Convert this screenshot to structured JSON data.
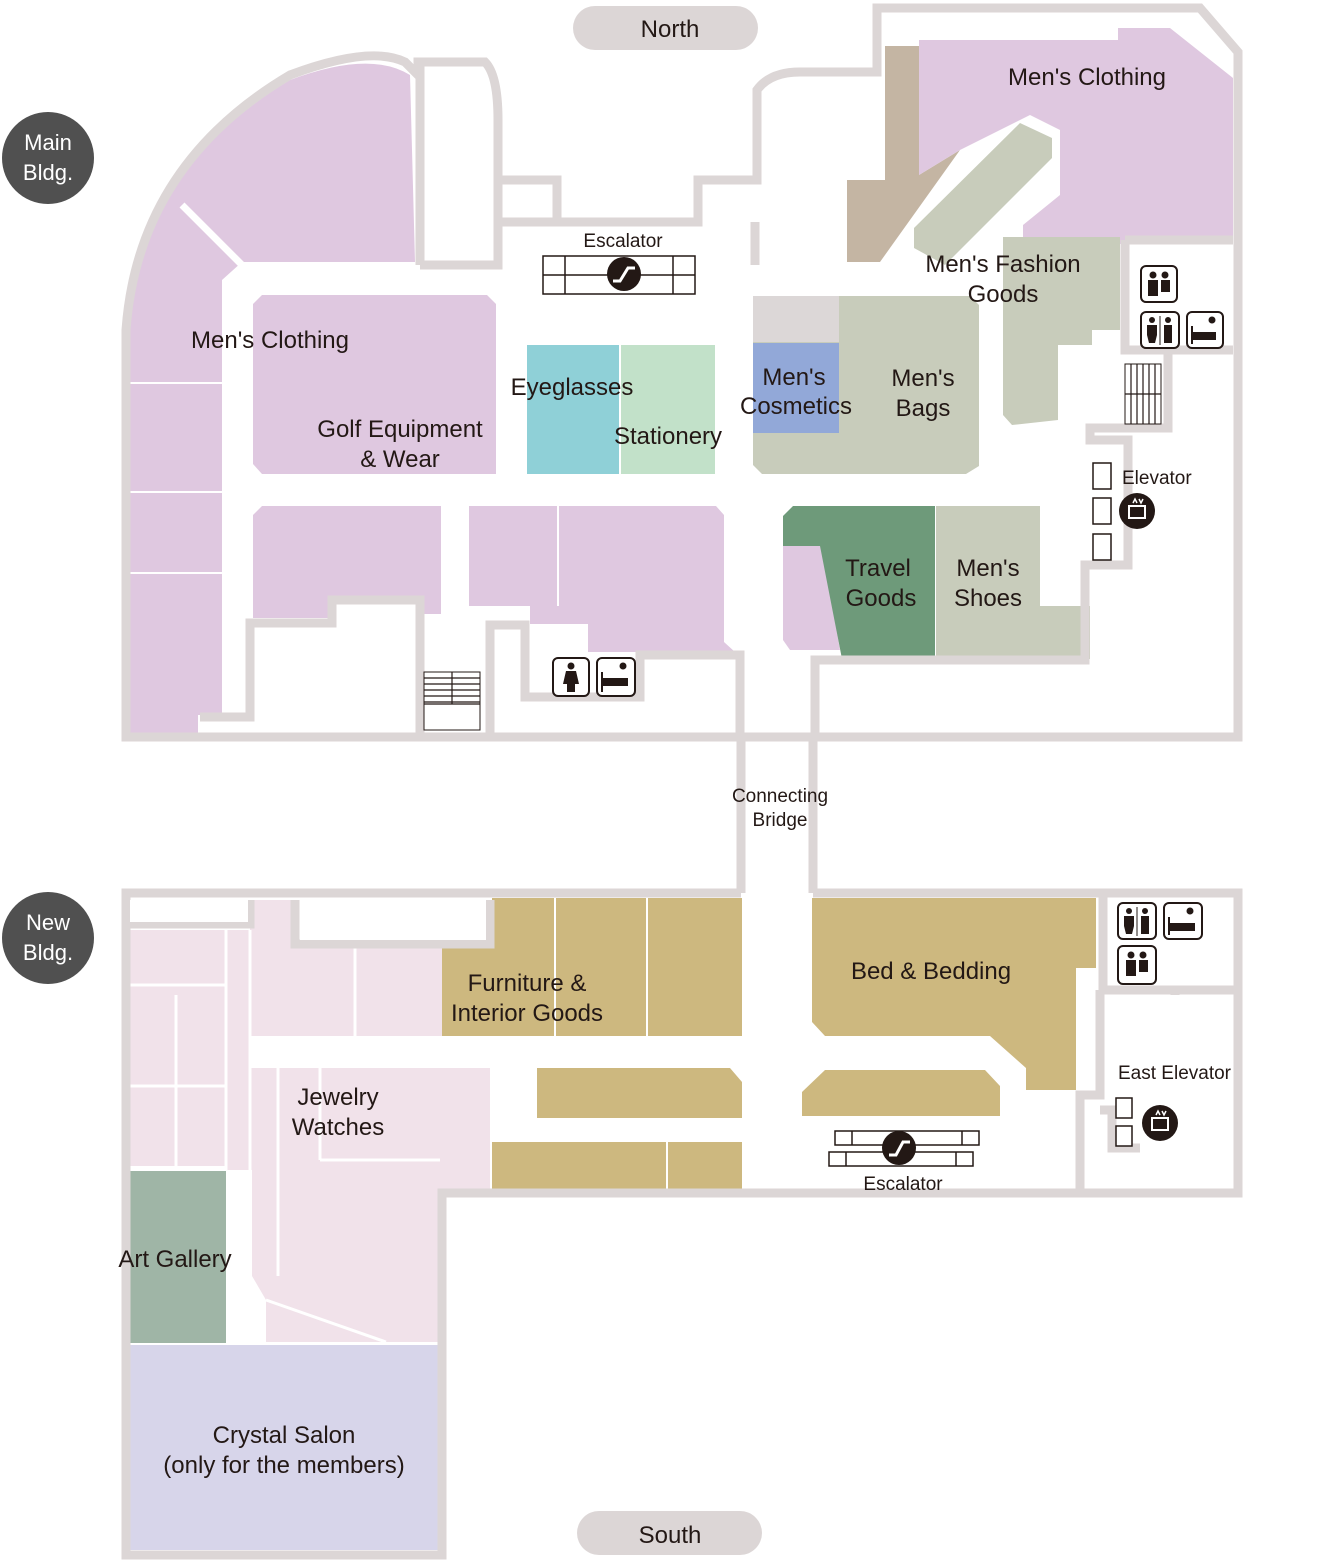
{
  "map": {
    "compass": {
      "north": "North",
      "south": "South"
    },
    "buildings": {
      "main": [
        "Main",
        "Bldg."
      ],
      "new": [
        "New",
        "Bldg."
      ]
    },
    "connector": [
      "Connecting",
      "Bridge"
    ],
    "main_bldg": {
      "escalator": "Escalator",
      "elevator": "Elevator",
      "shops": {
        "mens_clothing_west": "Men's Clothing",
        "mens_clothing_ne": "Men's Clothing",
        "golf": [
          "Golf Equipment",
          "& Wear"
        ],
        "eyeglasses": "Eyeglasses",
        "stationery": "Stationery",
        "mens_cosmetics": [
          "Men's",
          "Cosmetics"
        ],
        "mens_bags": [
          "Men's",
          "Bags"
        ],
        "mens_fashion_goods": [
          "Men's Fashion",
          "Goods"
        ],
        "travel_goods": [
          "Travel",
          "Goods"
        ],
        "mens_shoes": [
          "Men's",
          "Shoes"
        ]
      }
    },
    "new_bldg": {
      "escalator": "Escalator",
      "elevator": "East Elevator",
      "shops": {
        "furniture": [
          "Furniture &",
          "Interior Goods"
        ],
        "bed": "Bed & Bedding",
        "jewelry": [
          "Jewelry",
          "Watches"
        ],
        "art_gallery": "Art Gallery",
        "crystal_salon": [
          "Crystal Salon",
          "(only for the members)"
        ]
      }
    },
    "colors": {
      "mens_clothing": "#dfc8e0",
      "golf": "#dfc8e0",
      "eyeglasses": "#8fd0d7",
      "stationery": "#c2e1c9",
      "cosmetics": "#92a8d8",
      "bags_goods": "#c8ccbb",
      "travel": "#6e9a7a",
      "tan_store": "#c4b5a3",
      "furniture": "#cdb87f",
      "jewelry": "#f1e2ea",
      "gallery": "#9fb5a6",
      "crystal": "#d7d5ea",
      "wall": "#dcd6d6",
      "badge": "#505050",
      "text": "#231815"
    },
    "icons": [
      "escalator-icon",
      "elevator-icon",
      "restroom-icon",
      "womens-restroom-icon",
      "baby-changing-icon",
      "multipurpose-restroom-icon",
      "stairs-icon"
    ]
  }
}
